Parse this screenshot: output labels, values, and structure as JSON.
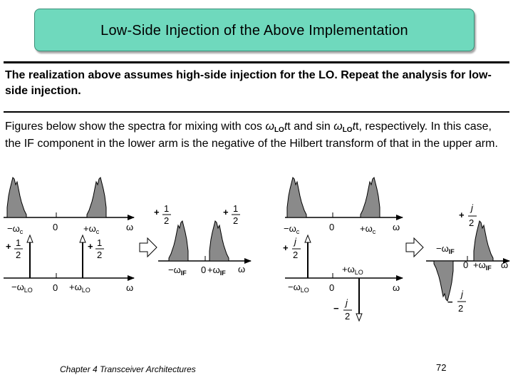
{
  "slide": {
    "title": "Low-Side Injection of the Above Implementation",
    "paragraph1": "The realization above assumes high-side injection for the LO. Repeat the analysis for low-side injection.",
    "paragraph2": {
      "part1": "Figures below show the spectra for mixing with cos ",
      "omega": "ω",
      "lo": "LO",
      "part2": "t and sin ",
      "part3": "t, respectively. In this case, the IF component in the lower arm is the negative of the Hilbert transform of that in the upper arm."
    },
    "footer": "Chapter 4 Transceiver Architectures",
    "page_number": "72"
  },
  "diagram": {
    "labels": {
      "neg_wc": "−ω",
      "pos_wc": "+ω",
      "sub_c": "c",
      "zero": "0",
      "omega": "ω",
      "neg_wlo": "−ω",
      "pos_wlo": "+ω",
      "sub_lo": "LO",
      "neg_wif": "−ω",
      "pos_wif": "+ω",
      "sub_if": "IF",
      "plus": "+",
      "minus": "−",
      "one": "1",
      "two": "2",
      "j": "j"
    },
    "colors": {
      "spectrum_fill": "#8a8a8a",
      "arrow_fill": "#ffffff",
      "title_bg": "#6fd9bd"
    }
  }
}
